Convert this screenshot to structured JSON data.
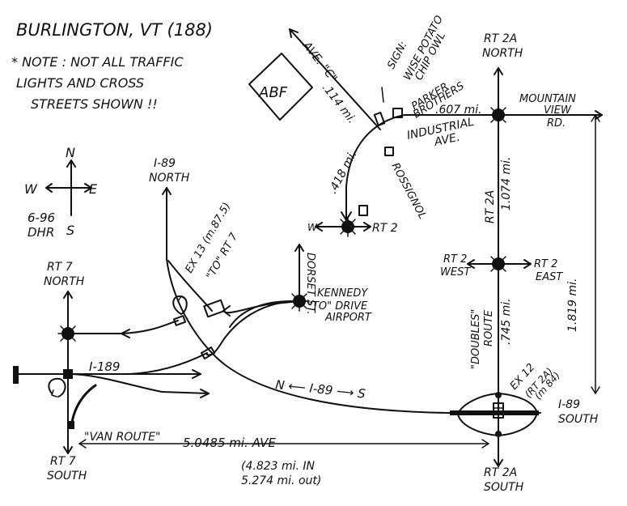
{
  "title": "BURLINGTON, VT (188)",
  "note": [
    "* NOTE : NOT ALL TRAFFIC",
    "LIGHTS AND CROSS",
    "STREETS SHOWN !!"
  ],
  "compass": {
    "n": "N",
    "s": "S",
    "e": "E",
    "w": "W"
  },
  "stamp": [
    "6-96",
    "DHR"
  ],
  "business": {
    "abf": "ABF",
    "parker": [
      "PARKER",
      "BROTHERS"
    ],
    "rossignol": "ROSSIGNOL"
  },
  "sign": [
    "SIGN:",
    "WISE POTATO",
    "CHIP OWL"
  ],
  "roads": {
    "ave_c": "AVE. \"C\"",
    "industrial": [
      "INDUSTRIAL",
      "AVE."
    ],
    "mountain_view": [
      "MOUNTAIN",
      "VIEW",
      "RD."
    ],
    "rt2": "RT 2",
    "rt2_west": [
      "RT 2",
      "WEST"
    ],
    "rt2_east": [
      "RT 2",
      "EAST"
    ],
    "rt2a_north": [
      "RT 2A",
      "NORTH"
    ],
    "rt2a_south": [
      "RT 2A",
      "SOUTH"
    ],
    "rt2a_mid": "RT 2A",
    "rt7_north": [
      "RT 7",
      "NORTH"
    ],
    "rt7_south": [
      "RT 7",
      "SOUTH"
    ],
    "i89_north": [
      "I-89",
      "NORTH"
    ],
    "i89_south": [
      "I-89",
      "SOUTH"
    ],
    "i89_main": "N ⟵ I-89 ⟶ S",
    "i189": "I-189",
    "dorset": "DORSET ST.",
    "kennedy": [
      "KENNEDY",
      "\"TO\" DRIVE",
      "AIRPORT"
    ],
    "ex13": [
      "EX 13 (m.87.5)",
      "\"TO\" RT 7"
    ],
    "ex12": [
      "EX 12",
      "(RT 2A)",
      "(m 84)"
    ],
    "doubles": [
      "\"DOUBLES\"",
      "ROUTE"
    ],
    "van_route": "\"VAN ROUTE\""
  },
  "distances": {
    "d_114": ".114 mi.",
    "d_418": ".418 mi.",
    "d_607": ".607 mi.",
    "d_1074": "1.074 mi.",
    "d_745": ".745 mi.",
    "d_1819": "1.819 mi.",
    "d_avg": "5.0485 mi. AVE",
    "d_in_out": [
      "(4.823 mi. IN",
      "5.274 mi. out)"
    ]
  }
}
